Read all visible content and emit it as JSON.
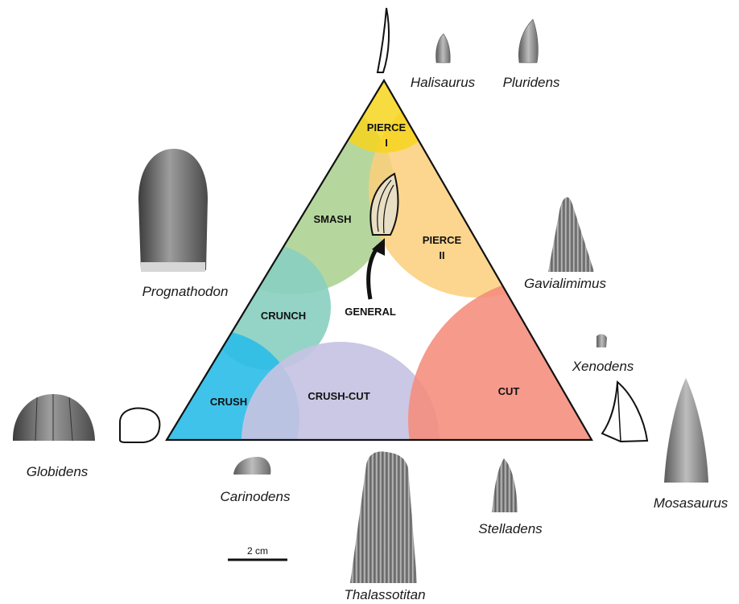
{
  "zones": {
    "pierce1_line1": "PIERCE",
    "pierce1_line2": "I",
    "smash": "SMASH",
    "pierce2_line1": "PIERCE",
    "pierce2_line2": "II",
    "crunch": "CRUNCH",
    "general": "GENERAL",
    "crush": "CRUSH",
    "crush_cut": "CRUSH-CUT",
    "cut": "CUT"
  },
  "taxa": {
    "halisaurus": "Halisaurus",
    "pluridens": "Pluridens",
    "prognathodon": "Prognathodon",
    "gavialimimus": "Gavialimimus",
    "xenodens": "Xenodens",
    "globidens": "Globidens",
    "carinodens": "Carinodens",
    "thalassotitan": "Thalassotitan",
    "stelladens": "Stelladens",
    "mosasaurus": "Mosasaurus"
  },
  "scale_bar": {
    "label": "2 cm"
  },
  "colors": {
    "pierce1": "#f7d51d",
    "smash": "#a8d08d",
    "pierce2": "#fbcf7a",
    "crunch": "#88cfc0",
    "crush": "#2bbde8",
    "crush_cut": "#c5c3e2",
    "cut": "#f58c7c",
    "triangle_fill": "#ffffff",
    "outline": "#111111",
    "tooth": "#8a8a8a"
  }
}
